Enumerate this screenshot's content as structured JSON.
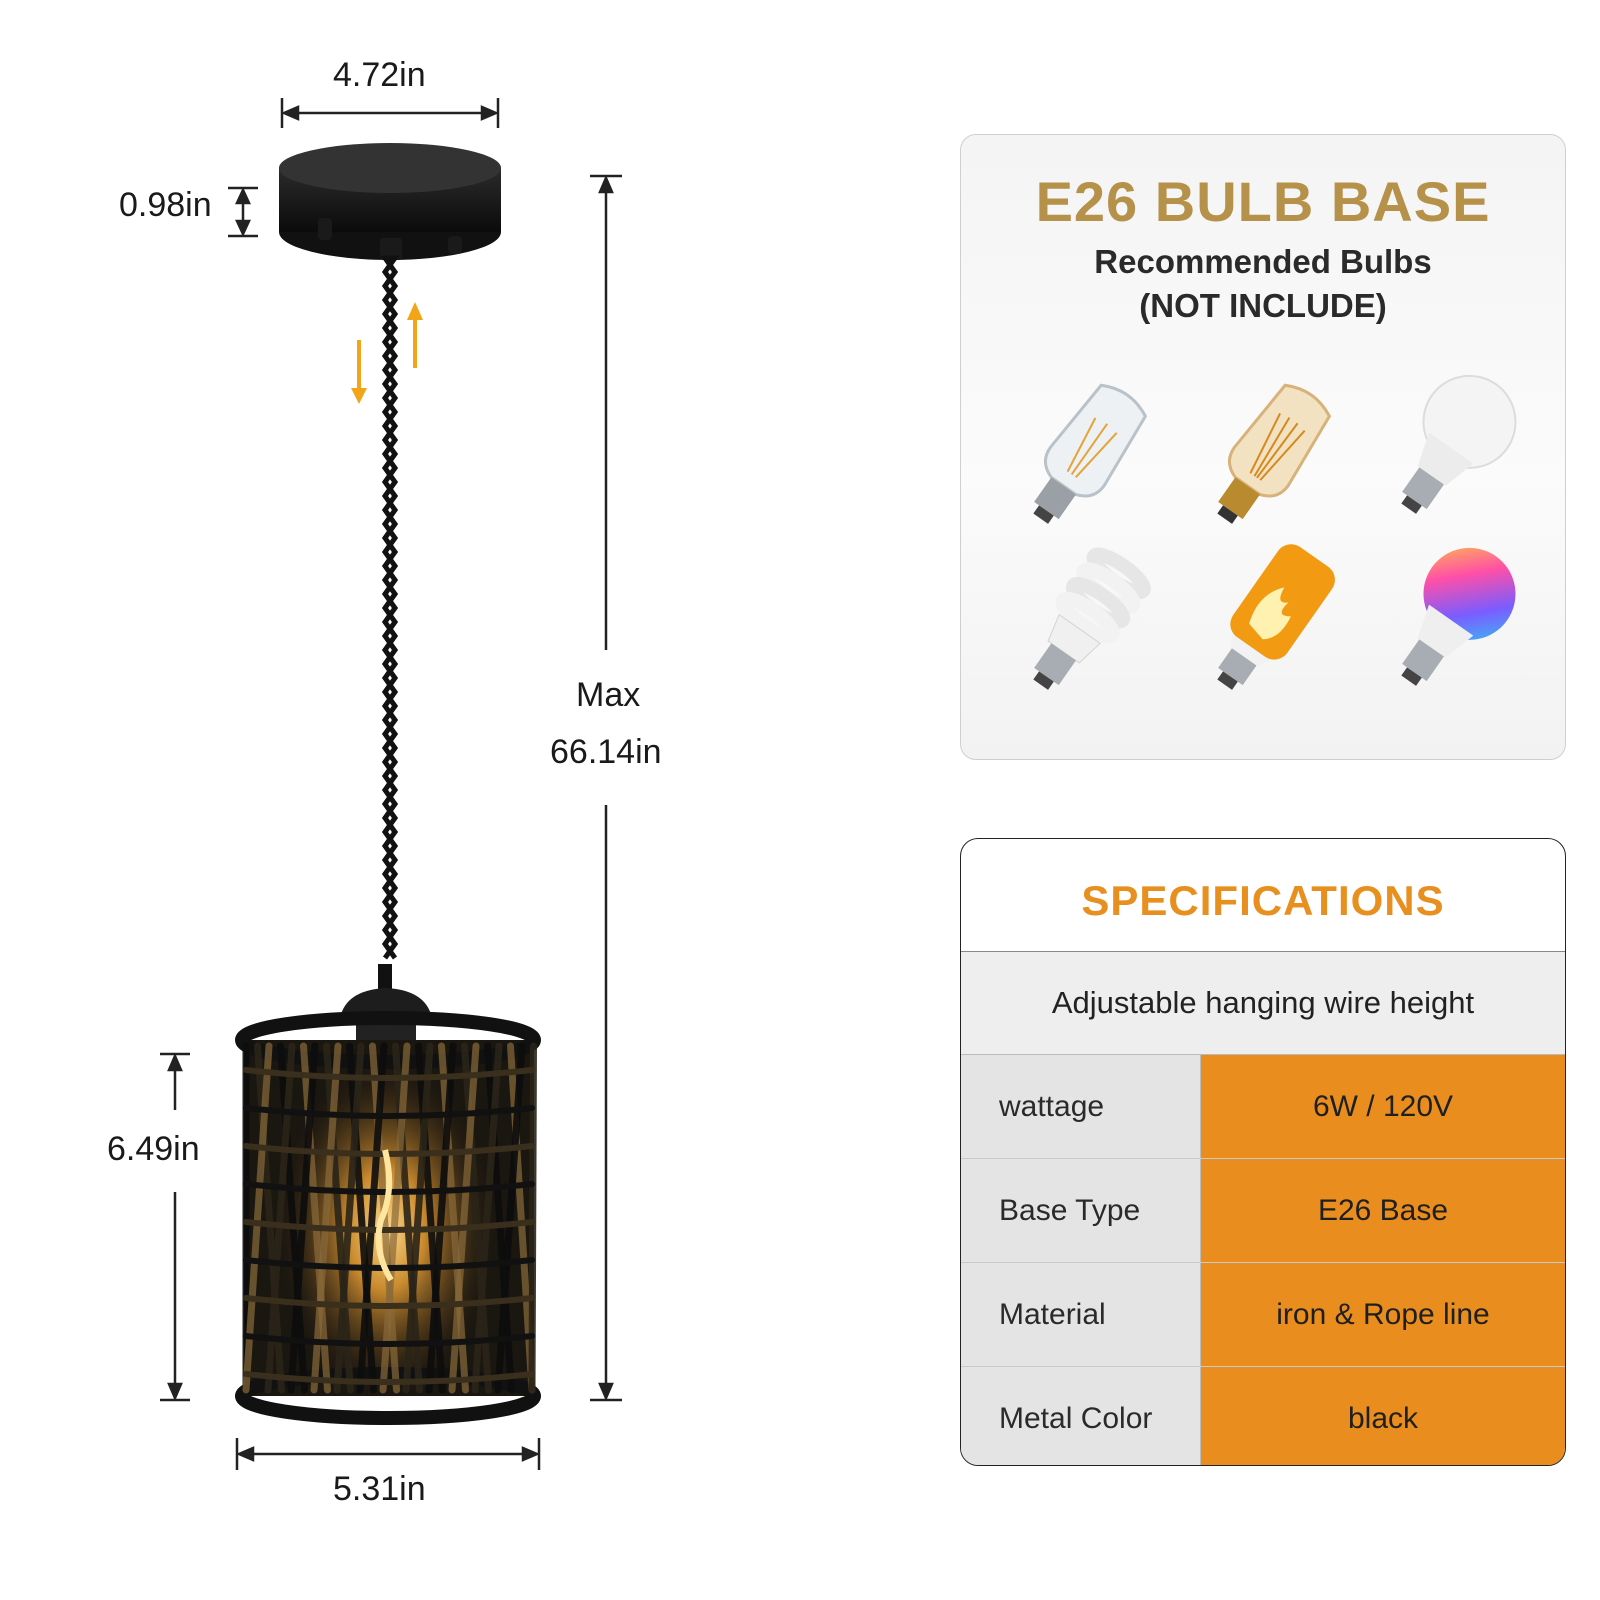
{
  "dimensions": {
    "canopy_width": "4.72in",
    "canopy_height": "0.98in",
    "max_length_label": "Max",
    "max_length_value": "66.14in",
    "shade_height": "6.49in",
    "shade_width": "5.31in"
  },
  "colors": {
    "accent_gold": "#b5914a",
    "accent_orange": "#e98e1e",
    "spec_title": "#e8901f",
    "arrow": "#f2a516"
  },
  "bulb_card": {
    "title": "E26 BULB BASE",
    "subtitle": "Recommended Bulbs",
    "note": "(NOT INCLUDE)",
    "bulbs": [
      "edison-filament-bulb-icon",
      "amber-filament-bulb-icon",
      "led-a19-bulb-icon",
      "cfl-spiral-bulb-icon",
      "flame-effect-bulb-icon",
      "rgb-smart-bulb-icon"
    ]
  },
  "specs": {
    "title": "SPECIFICATIONS",
    "note": "Adjustable hanging wire height",
    "rows": [
      {
        "key": "wattage",
        "value": "6W / 120V"
      },
      {
        "key": "Base Type",
        "value": "E26 Base"
      },
      {
        "key": "Material",
        "value": "iron & Rope line"
      },
      {
        "key": "Metal Color",
        "value": "black"
      }
    ]
  }
}
